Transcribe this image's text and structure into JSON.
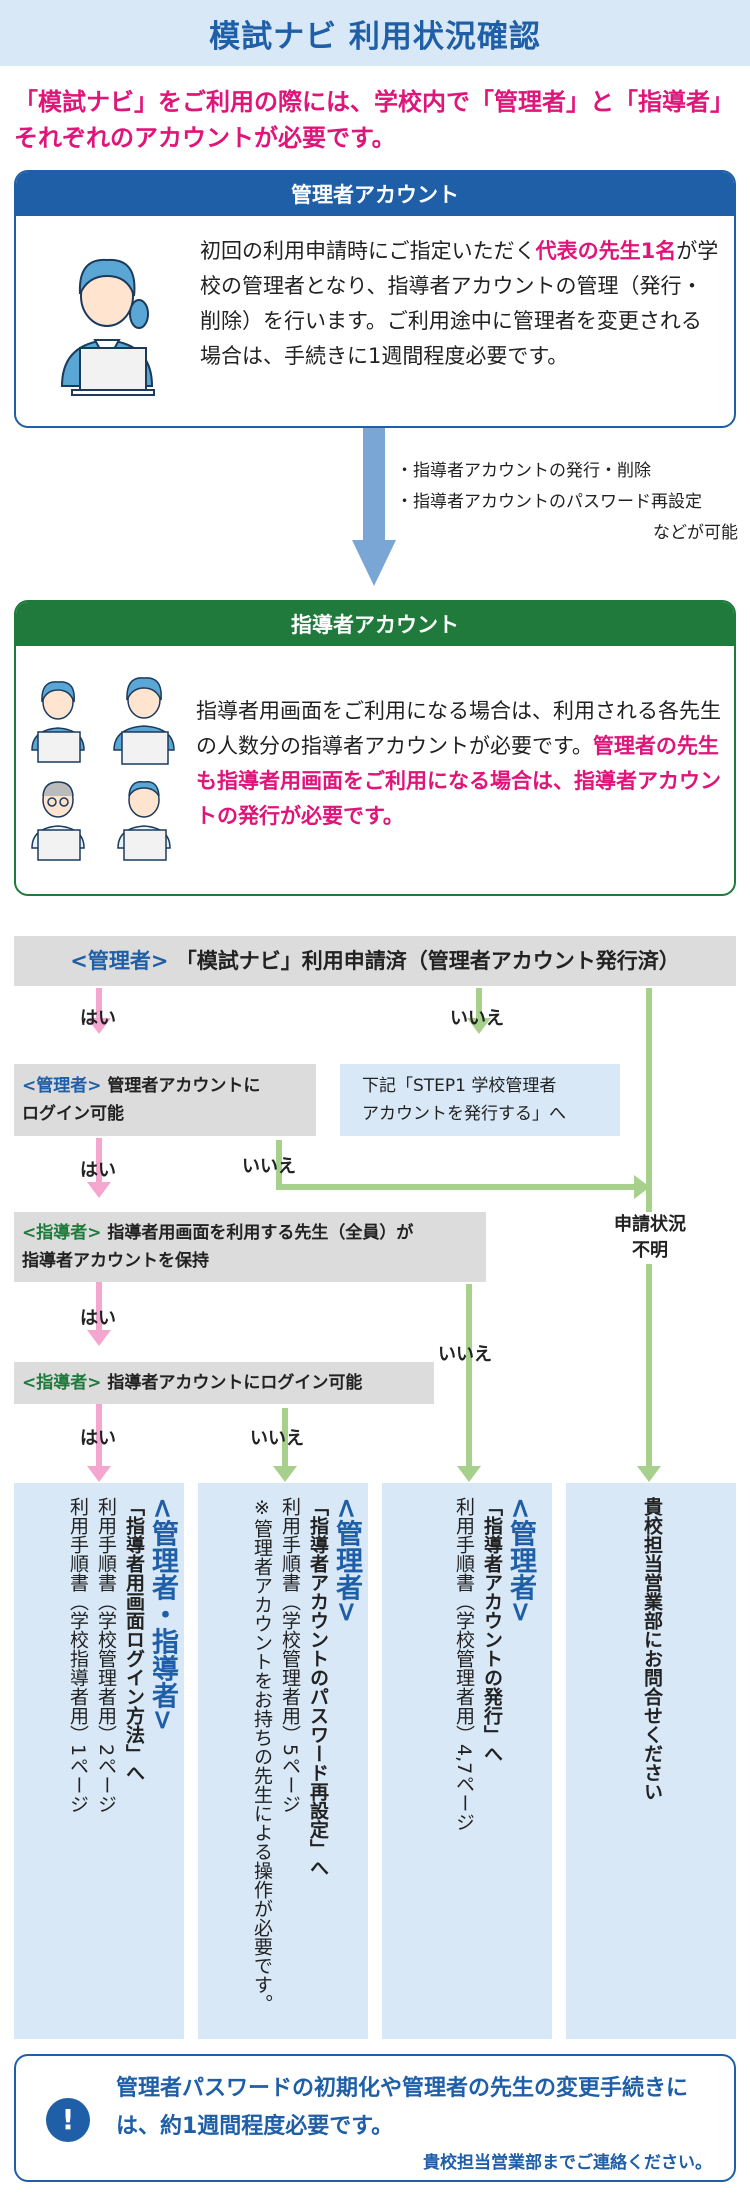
{
  "title": "模試ナビ 利用状況確認",
  "intro": {
    "line1": "「模試ナビ」をご利用の際には、学校内で「管理者」と「指導者」",
    "line2": "それぞれのアカウントが必要です。"
  },
  "admin_card": {
    "heading": "管理者アカウント",
    "text_a": "初回の利用申請時にご指定いただく",
    "text_highlight": "代表の先生1名",
    "text_b": "が学校の管理者となり、指導者アカウントの管理（発行・削除）を行います。ご利用途中に管理者を変更される場合は、手続きに1週間程度必要です。"
  },
  "arrow_notes": {
    "item1": "・指導者アカウントの発行・削除",
    "item2": "・指導者アカウントのパスワード再設定",
    "item3": "などが可能"
  },
  "teacher_card": {
    "heading": "指導者アカウント",
    "text_a": "指導者用画面をご利用になる場合は、利用される各先生の人数分の指導者アカウントが必要です。",
    "text_highlight": "管理者の先生も指導者用画面をご利用になる場合は、指導者アカウントの発行が必要です。"
  },
  "flow": {
    "q1_tag": "<管理者>",
    "q1_text": "「模試ナビ」利用申請済（管理者アカウント発行済）",
    "yes": "はい",
    "no": "いいえ",
    "q2_tag": "<管理者>",
    "q2_text_a": "管理者アカウントに",
    "q2_text_b": "ログイン可能",
    "step1_a": "下記「STEP1 学校管理者",
    "step1_b": "アカウントを発行する」へ",
    "unknown_a": "申請状況",
    "unknown_b": "不明",
    "q3_tag": "<指導者>",
    "q3_text_a": "指導者用画面を利用する先生（全員）が",
    "q3_text_b": "指導者アカウントを保持",
    "q4_tag": "<指導者>",
    "q4_text": "指導者アカウントにログイン可能"
  },
  "results": {
    "col1_title": "<管理者・指導者>",
    "col1_line1": "「指導者用画面ログイン方法」へ",
    "col1_line2": "利用手順書（学校管理者用）2ページ",
    "col1_line3": "利用手順書（学校指導者用）1ページ",
    "col2_title": "<管理者>",
    "col2_line1": "「指導者アカウントのパスワード再設定」へ",
    "col2_line2": "利用手順書（学校管理者用）5ページ",
    "col2_line3": "※管理者アカウントをお持ちの先生による操作が必要です。",
    "col3_title": "<管理者>",
    "col3_line1": "「指導者アカウントの発行」へ",
    "col3_line2": "利用手順書（学校管理者用）4,7ページ",
    "col4_line1": "貴校担当営業部にお問合せください"
  },
  "note": {
    "icon": "!",
    "main": "管理者パスワードの初期化や管理者の先生の変更手続きには、約1週間程度必要です。",
    "sub": "貴校担当営業部までご連絡ください。"
  },
  "colors": {
    "blue": "#1f5fa8",
    "green": "#1f7a3c",
    "pink": "#e0157a",
    "light_blue": "#d8e8f6",
    "gray": "#dcdcdc",
    "pink_arrow": "#f4a6cf",
    "green_arrow": "#a8d08d",
    "blue_arrow": "#7aa6d6"
  }
}
